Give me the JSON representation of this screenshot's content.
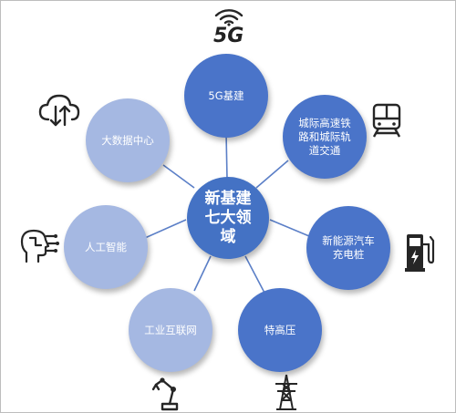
{
  "center": {
    "label": "新基建\n七大领\n域"
  },
  "nodes": [
    {
      "id": "5g",
      "label": "5G基建"
    },
    {
      "id": "rail",
      "label": "城际高速铁\n路和城际轨\n道交通"
    },
    {
      "id": "ev",
      "label": "新能源汽车\n充电桩"
    },
    {
      "id": "uhv",
      "label": "特高压"
    },
    {
      "id": "iiot",
      "label": "工业互联网"
    },
    {
      "id": "ai",
      "label": "人工智能"
    },
    {
      "id": "bigdata",
      "label": "大数据中心"
    }
  ],
  "icons": {
    "5g_text": "5G",
    "5g": "wifi-signal-icon",
    "rail": "train-icon",
    "ev": "charging-station-icon",
    "uhv": "power-tower-icon",
    "iiot": "robot-arm-icon",
    "ai": "ai-head-icon",
    "bigdata": "cloud-transfer-icon"
  },
  "colors": {
    "center": "#4472c4",
    "dark_node": "#4a74c9",
    "light_node": "#a5b8e2",
    "connector": "#5b7fc7",
    "icon": "#262626"
  }
}
